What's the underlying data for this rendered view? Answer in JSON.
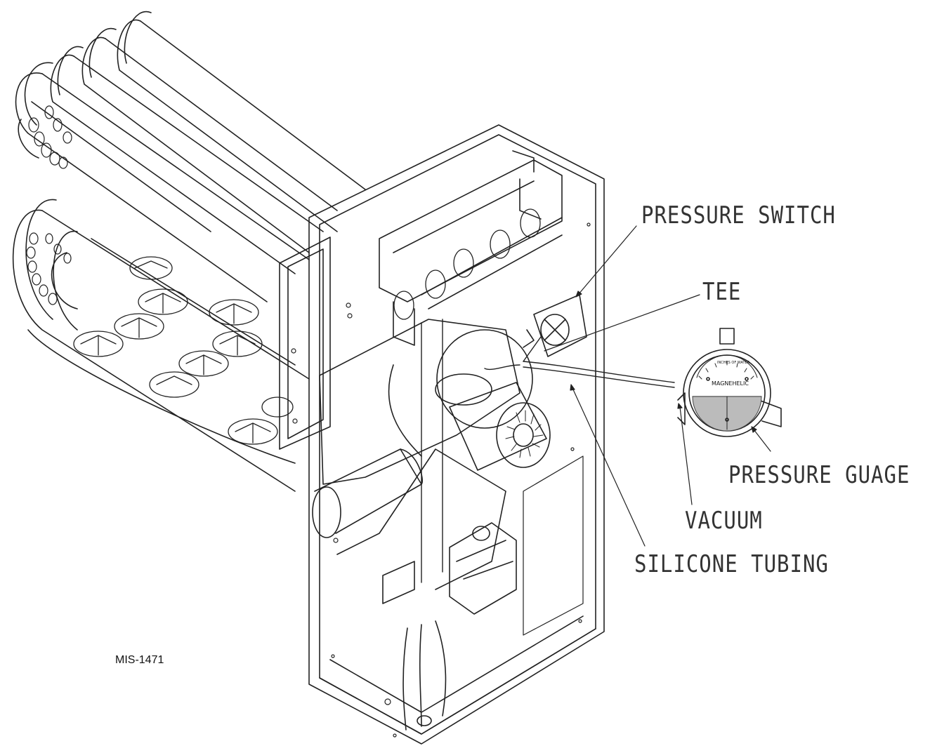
{
  "labels": {
    "pressure_switch": "PRESSURE SWITCH",
    "tee": "TEE",
    "pressure_gauge": "PRESSURE GUAGE",
    "vacuum": "VACUUM",
    "silicone_tubing": "SILICONE TUBING"
  },
  "drawing_id": "MIS-1471",
  "gauge": {
    "brand": "MAGNEHELIC",
    "range_text": "INCHES OF WATER"
  },
  "colors": {
    "line": "#222222",
    "hatch": "#555555",
    "background": "#ffffff"
  }
}
